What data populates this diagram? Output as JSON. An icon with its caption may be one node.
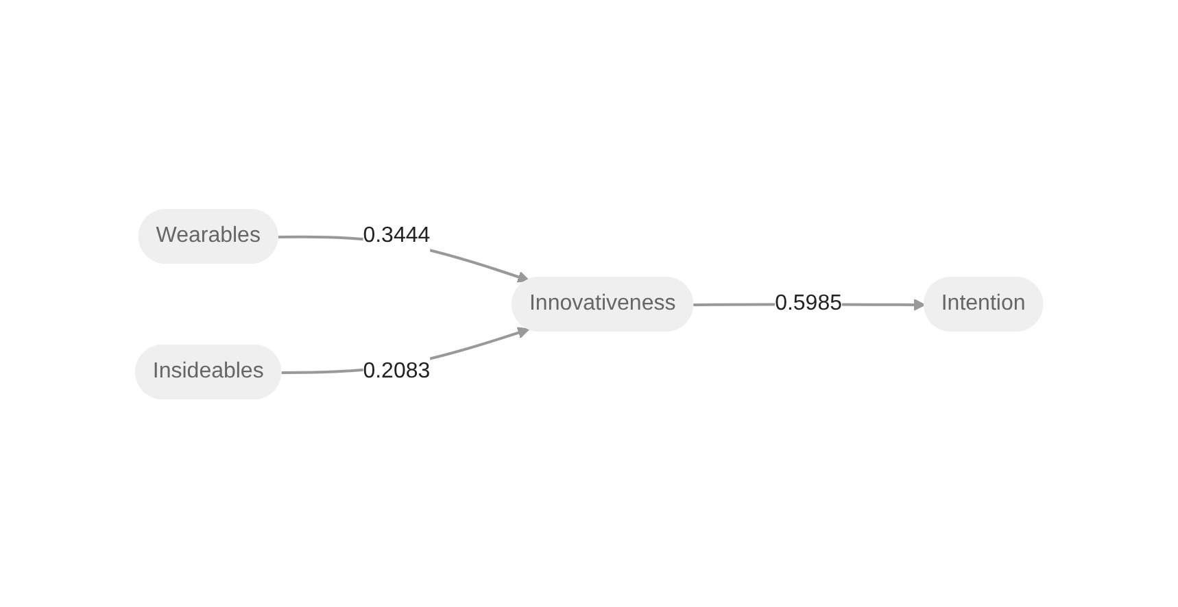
{
  "diagram": {
    "nodes": [
      {
        "text": [
          "Wearables"
        ]
      },
      {
        "text": [
          "Insideables"
        ]
      },
      {
        "text": [
          "Intention"
        ]
      },
      {
        "text": [
          "Innovativeness"
        ]
      }
    ],
    "edges": [
      {
        "from": 0,
        "to": 3,
        "arrow": "to",
        "label": "0.3444"
      },
      {
        "from": 1,
        "to": 3,
        "arrow": "to",
        "label": "0.2083"
      },
      {
        "from": 3,
        "to": 2,
        "arrow": "to",
        "label": "0.5985"
      }
    ]
  }
}
